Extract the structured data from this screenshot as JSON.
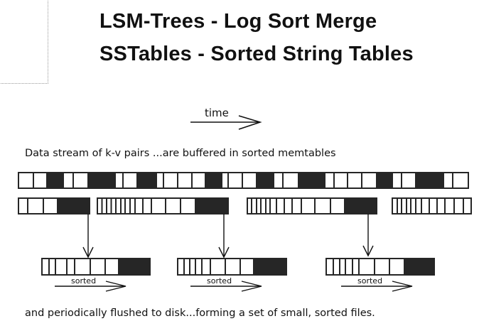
{
  "slide": {
    "title_line1": "LSM-Trees - Log Sort Merge",
    "title_line2": "SSTables - Sorted String Tables"
  },
  "diagram": {
    "time_label": "time",
    "stream_caption": "Data stream of k-v pairs  ...are buffered in sorted memtables",
    "sorted_labels": [
      "sorted",
      "sorted",
      "sorted"
    ],
    "bottom_caption": "and periodically flushed to disk...forming a set of small, sorted files."
  }
}
